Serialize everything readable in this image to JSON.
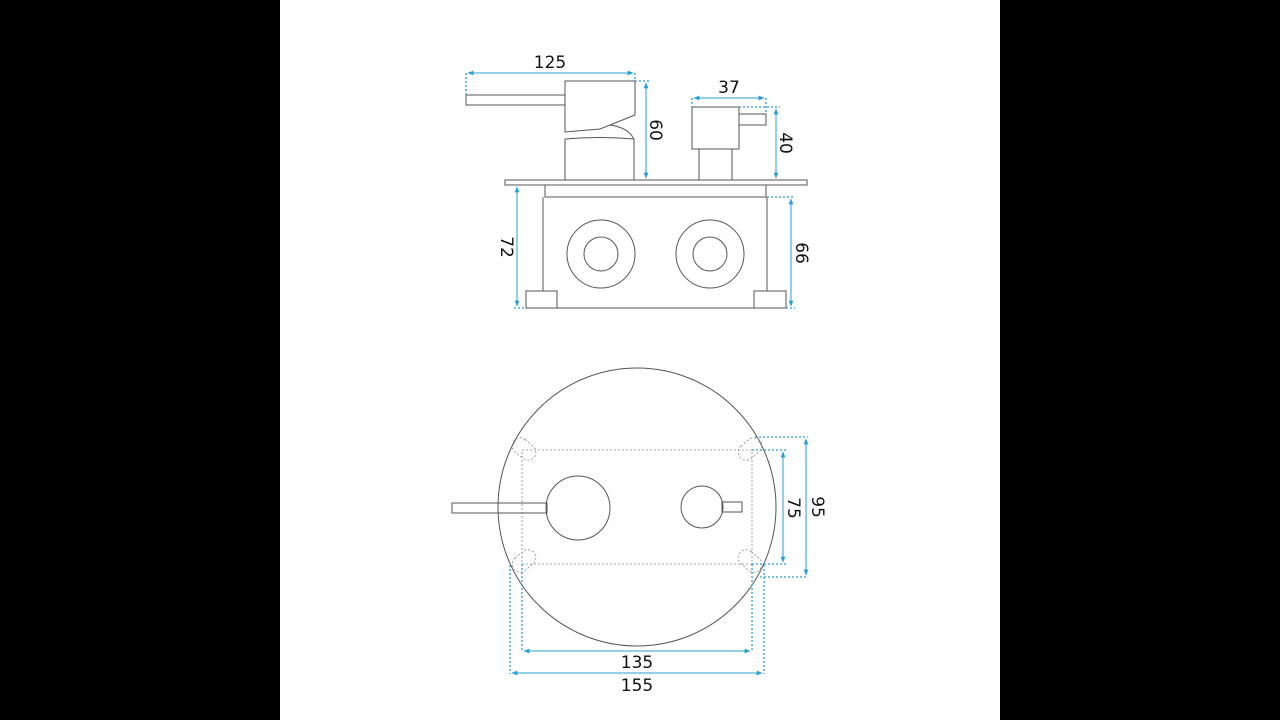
{
  "side_view": {
    "dimensions": {
      "lever_length": "125",
      "handle_height": "60",
      "small_handle_width": "37",
      "small_handle_height": "40",
      "body_height": "72",
      "box_height": "66"
    }
  },
  "front_view": {
    "dimensions": {
      "outer_height": "95",
      "inner_height": "75",
      "inner_width": "135",
      "outer_width": "155"
    }
  },
  "colors": {
    "dimension": "#2a9fd6",
    "outline": "#555555",
    "background": "#ffffff",
    "letterbox": "#000000"
  }
}
